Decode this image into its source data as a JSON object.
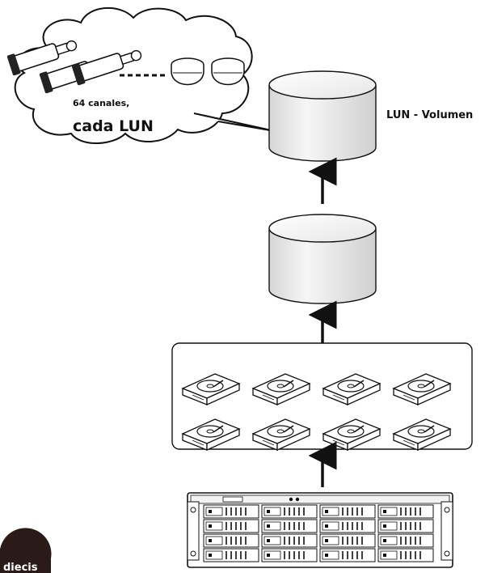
{
  "cloud": {
    "line1": "64 canales,",
    "line2": "cada LUN"
  },
  "volume_label": "LUN - Volumen",
  "badge_text": "diecis",
  "colors": {
    "stroke": "#111111",
    "badge": "#2a1a18",
    "cylinder_top": "#f4f4f4",
    "cylinder_side": "#e2e2e2"
  },
  "icons": {
    "cameras": [
      "bullet-camera-icon",
      "dome-camera-icon"
    ],
    "disks": "hard-drive-icon",
    "storage": "rack-storage-icon"
  },
  "counts": {
    "bullet_cameras": 3,
    "dome_cameras": 2,
    "hard_drives": 8,
    "drive_bays": 16
  }
}
